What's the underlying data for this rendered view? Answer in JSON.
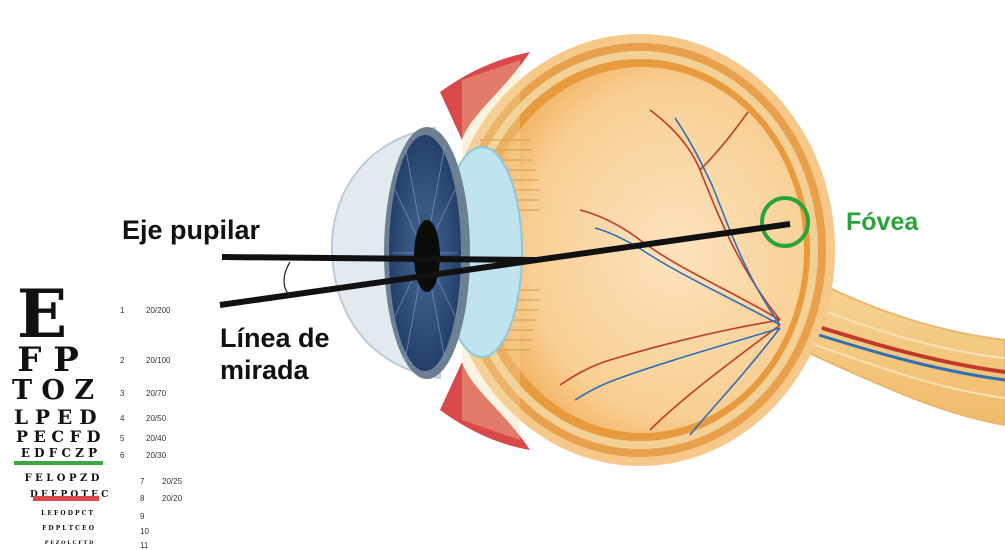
{
  "labels": {
    "pupillary_axis": "Eje pupilar",
    "line_of_sight": "Línea de\nmirada",
    "fovea": "Fóvea"
  },
  "colors": {
    "fovea_marker": "#2aa33b",
    "chart_green_bar": "#3aa845",
    "chart_red_bar": "#d9484b",
    "axis_lines": "#111111"
  },
  "eye_chart": {
    "rows": [
      {
        "number": "1",
        "letters": "E",
        "acuity": "20/200"
      },
      {
        "number": "2",
        "letters": "F P",
        "acuity": "20/100"
      },
      {
        "number": "3",
        "letters": "T O Z",
        "acuity": "20/70"
      },
      {
        "number": "4",
        "letters": "L P E D",
        "acuity": "20/50"
      },
      {
        "number": "5",
        "letters": "P E C F D",
        "acuity": "20/40"
      },
      {
        "number": "6",
        "letters": "E D F C Z P",
        "acuity": "20/30"
      },
      {
        "number": "7",
        "letters": "F E L O P Z D",
        "acuity": "20/25"
      },
      {
        "number": "8",
        "letters": "D E F P O T E C",
        "acuity": "20/20"
      },
      {
        "number": "9",
        "letters": "L E F O D P C T",
        "acuity": ""
      },
      {
        "number": "10",
        "letters": "F D P L T C E O",
        "acuity": ""
      },
      {
        "number": "11",
        "letters": "P E Z O L C F T D",
        "acuity": ""
      }
    ]
  }
}
